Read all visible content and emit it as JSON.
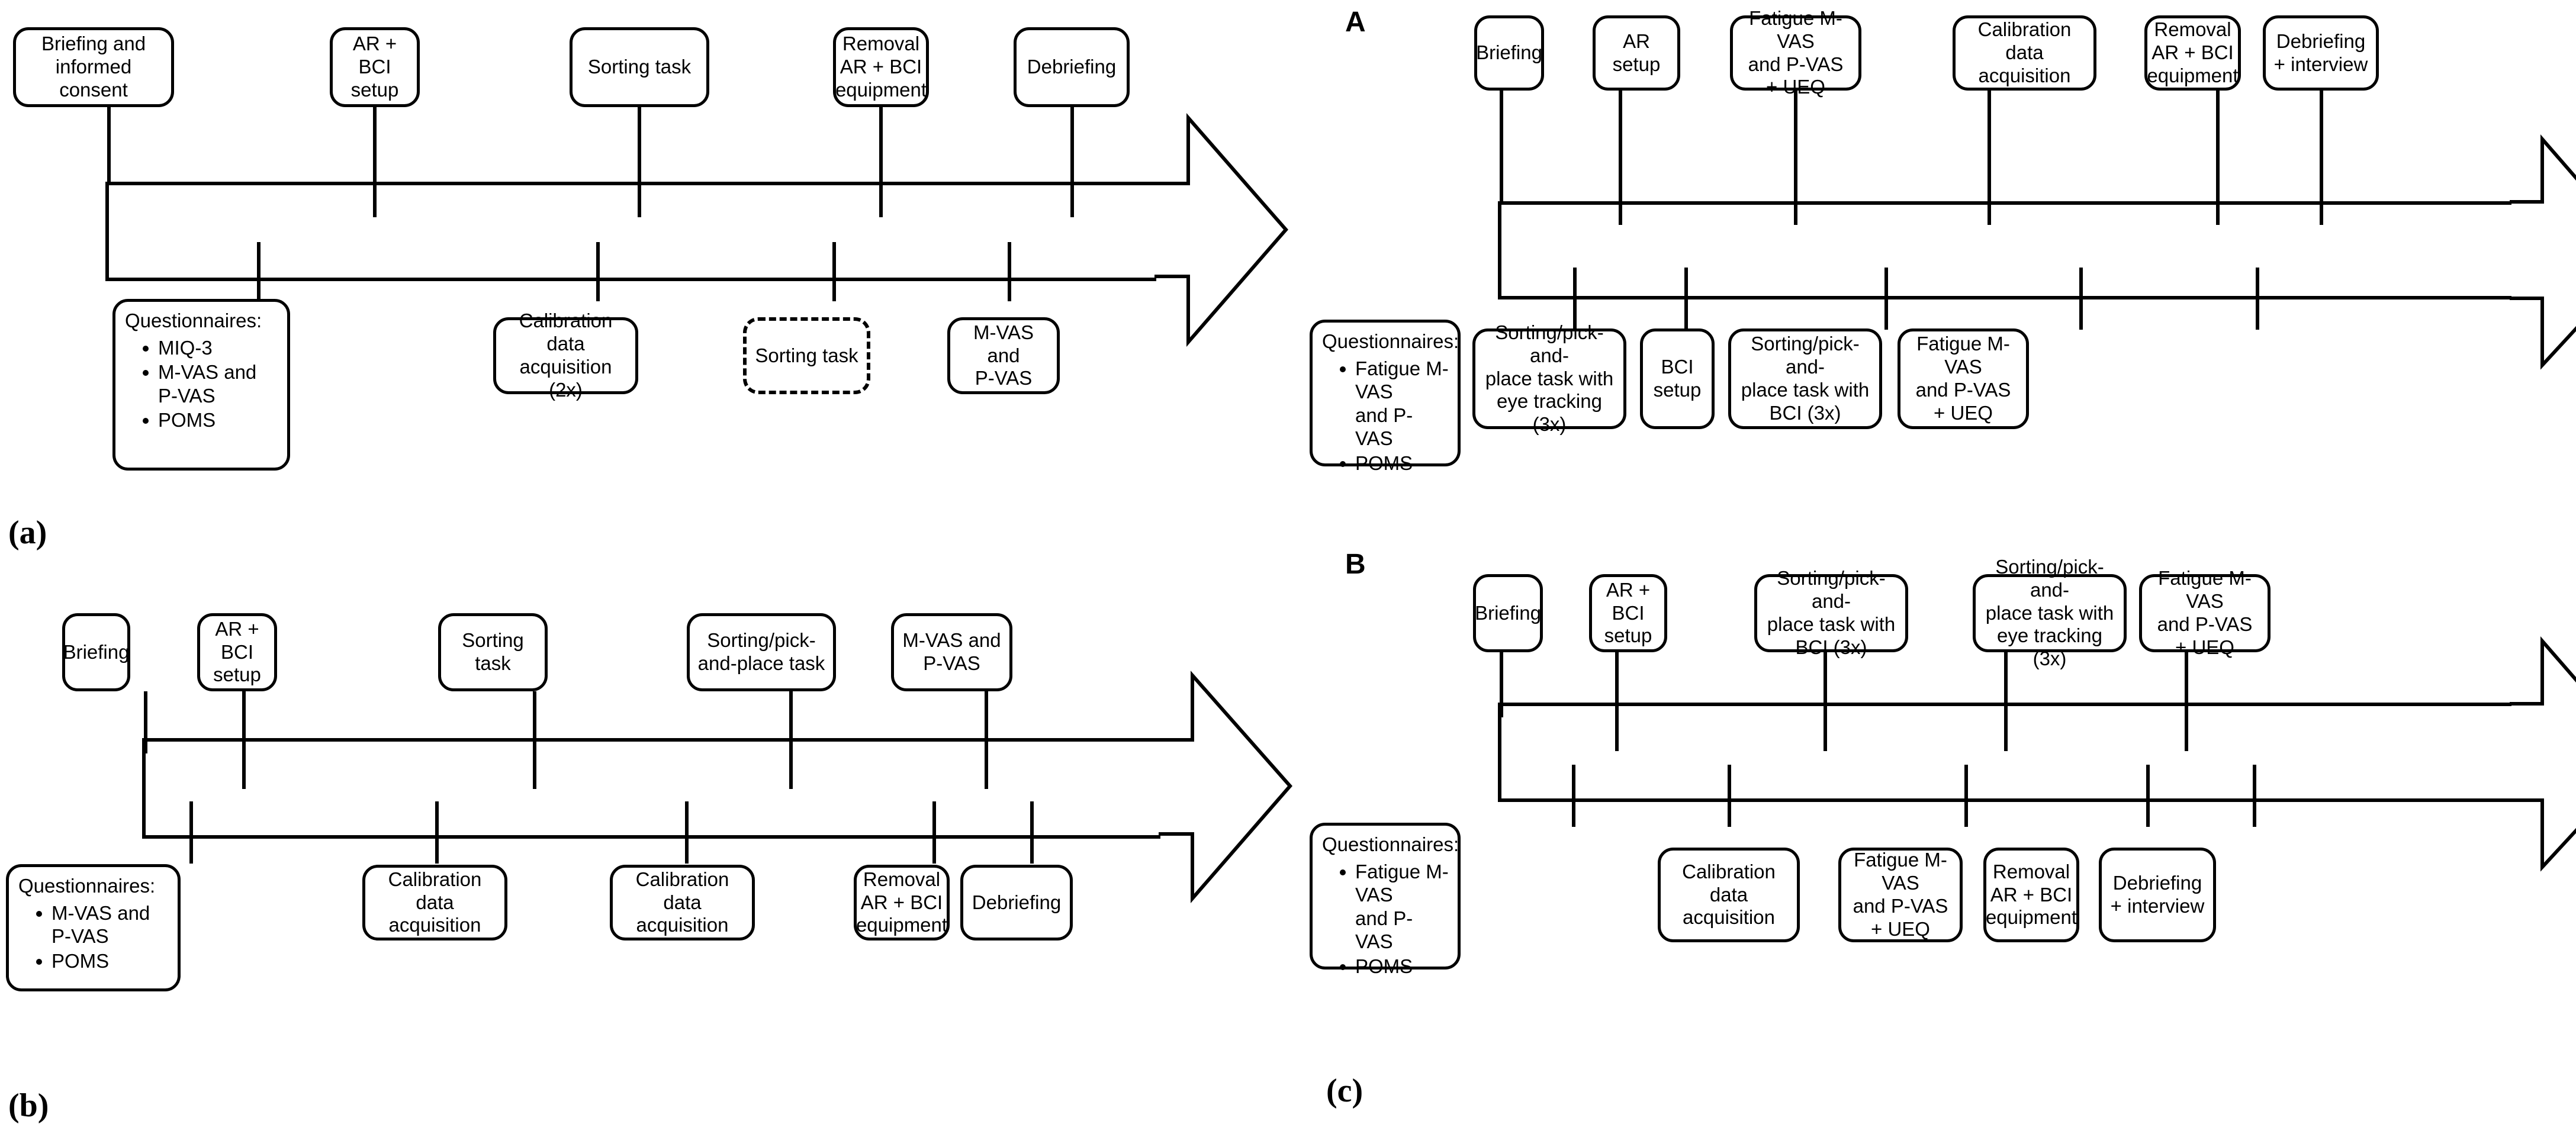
{
  "figure": {
    "captions": {
      "a": "(a)",
      "b": "(b)",
      "c": "(c)"
    },
    "panel_letters": {
      "A": "A",
      "B": "B"
    }
  },
  "panel_a": {
    "caption": "(a)",
    "top_row": [
      {
        "label": "Briefing and\ninformed consent",
        "dashed": false
      },
      {
        "label": "AR + BCI\nsetup",
        "dashed": false
      },
      {
        "label": "Sorting task",
        "dashed": false
      },
      {
        "label": "Removal\nAR + BCI\nequipment",
        "dashed": false
      },
      {
        "label": "Debriefing",
        "dashed": false
      }
    ],
    "bottom_row": [
      {
        "type": "questionnaire",
        "title": "Questionnaires:",
        "items": [
          "MIQ-3",
          "M-VAS and P-VAS",
          "POMS"
        ]
      },
      {
        "label": "Calibration data\nacquisition (2x)",
        "dashed": false
      },
      {
        "label": "Sorting task",
        "dashed": true
      },
      {
        "label": "M-VAS and\nP-VAS",
        "dashed": false
      }
    ]
  },
  "panel_b": {
    "caption": "(b)",
    "top_row": [
      {
        "label": "Briefing",
        "dashed": false
      },
      {
        "label": "AR + BCI\nsetup",
        "dashed": false
      },
      {
        "label": "Sorting task",
        "dashed": false
      },
      {
        "label": "Sorting/pick-\nand-place task",
        "dashed": false
      },
      {
        "label": "M-VAS and\nP-VAS",
        "dashed": false
      }
    ],
    "bottom_row": [
      {
        "type": "questionnaire",
        "title": "Questionnaires:",
        "items": [
          "M-VAS and P-VAS",
          "POMS"
        ]
      },
      {
        "label": "Calibration data\nacquisition",
        "dashed": false
      },
      {
        "label": "Calibration data\nacquisition",
        "dashed": false
      },
      {
        "label": "Removal\nAR + BCI\nequipment",
        "dashed": false
      },
      {
        "label": "Debriefing",
        "dashed": false
      }
    ]
  },
  "panel_c": {
    "caption": "(c)",
    "sub_a": {
      "letter": "A",
      "top_row": [
        {
          "label": "Briefing",
          "dashed": false
        },
        {
          "label": "AR setup",
          "dashed": false
        },
        {
          "label": "Fatigue M-VAS\nand P-VAS\n+ UEQ",
          "dashed": false
        },
        {
          "label": "Calibration data\nacquisition",
          "dashed": false
        },
        {
          "label": "Removal\nAR + BCI\nequipment",
          "dashed": false
        },
        {
          "label": "Debriefing\n+ interview",
          "dashed": false
        }
      ],
      "bottom_row": [
        {
          "type": "questionnaire",
          "title": "Questionnaires:",
          "items": [
            "Fatigue M-VAS\nand P-VAS",
            "POMS"
          ]
        },
        {
          "label": "Sorting/pick-and-\nplace task with\neye tracking (3x)",
          "dashed": false
        },
        {
          "label": "BCI\nsetup",
          "dashed": false
        },
        {
          "label": "Sorting/pick-and-\nplace task with\nBCI (3x)",
          "dashed": false
        },
        {
          "label": "Fatigue M-VAS\nand P-VAS\n+ UEQ",
          "dashed": false
        }
      ]
    },
    "sub_b": {
      "letter": "B",
      "top_row": [
        {
          "label": "Briefing",
          "dashed": false
        },
        {
          "label": "AR + BCI\nsetup",
          "dashed": false
        },
        {
          "label": "Sorting/pick-and-\nplace task with\nBCI (3x)",
          "dashed": false
        },
        {
          "label": "Sorting/pick-and-\nplace task with\neye tracking (3x)",
          "dashed": false
        },
        {
          "label": "Fatigue M-VAS\nand P-VAS\n+ UEQ",
          "dashed": false
        }
      ],
      "bottom_row": [
        {
          "type": "questionnaire",
          "title": "Questionnaires:",
          "items": [
            "Fatigue M-VAS\nand P-VAS",
            "POMS"
          ]
        },
        {
          "label": "Calibration data\nacquisition",
          "dashed": false
        },
        {
          "label": "Fatigue M-VAS\nand P-VAS\n+ UEQ",
          "dashed": false
        },
        {
          "label": "Removal\nAR + BCI\nequipment",
          "dashed": false
        },
        {
          "label": "Debriefing\n+ interview",
          "dashed": false
        }
      ]
    }
  },
  "colors": {
    "stroke": "#000000",
    "background": "#ffffff"
  }
}
